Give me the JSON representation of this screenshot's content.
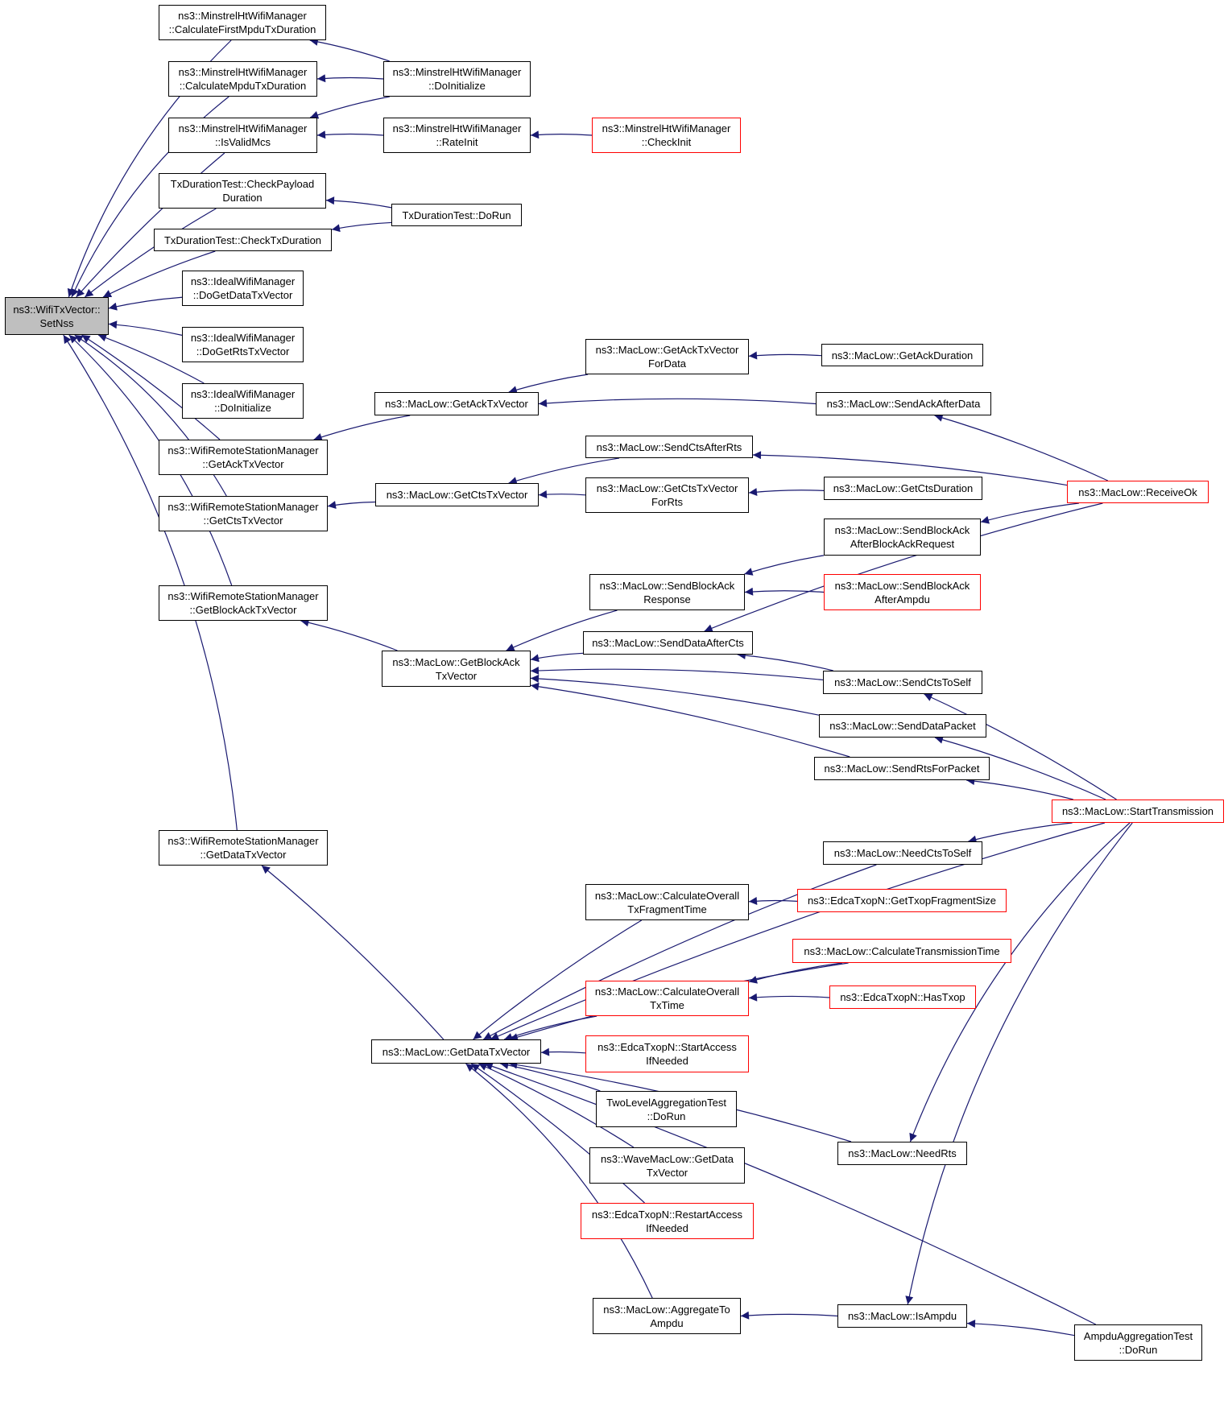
{
  "colors": {
    "edge": "#191970",
    "node_border": "#000000",
    "truncated_border": "#ff0000",
    "root_fill": "#bfbfbf"
  },
  "nodes": [
    {
      "id": "setnss",
      "lines": [
        "ns3::WifiTxVector::",
        "SetNss"
      ],
      "kind": "root"
    },
    {
      "id": "mhw_firstmpdu",
      "lines": [
        "ns3::MinstrelHtWifiManager",
        "::CalculateFirstMpduTxDuration"
      ],
      "kind": "normal"
    },
    {
      "id": "mhw_mpdu",
      "lines": [
        "ns3::MinstrelHtWifiManager",
        "::CalculateMpduTxDuration"
      ],
      "kind": "normal"
    },
    {
      "id": "mhw_validmcs",
      "lines": [
        "ns3::MinstrelHtWifiManager",
        "::IsValidMcs"
      ],
      "kind": "normal"
    },
    {
      "id": "mhw_doinit",
      "lines": [
        "ns3::MinstrelHtWifiManager",
        "::DoInitialize"
      ],
      "kind": "normal"
    },
    {
      "id": "mhw_rateinit",
      "lines": [
        "ns3::MinstrelHtWifiManager",
        "::RateInit"
      ],
      "kind": "normal"
    },
    {
      "id": "mhw_checkinit",
      "lines": [
        "ns3::MinstrelHtWifiManager",
        "::CheckInit"
      ],
      "kind": "truncated"
    },
    {
      "id": "txd_payload",
      "lines": [
        "TxDurationTest::CheckPayload",
        "Duration"
      ],
      "kind": "normal"
    },
    {
      "id": "txd_txdur",
      "lines": [
        "TxDurationTest::CheckTxDuration"
      ],
      "kind": "normal"
    },
    {
      "id": "txd_dorun",
      "lines": [
        "TxDurationTest::DoRun"
      ],
      "kind": "normal"
    },
    {
      "id": "iw_data",
      "lines": [
        "ns3::IdealWifiManager",
        "::DoGetDataTxVector"
      ],
      "kind": "normal"
    },
    {
      "id": "iw_rts",
      "lines": [
        "ns3::IdealWifiManager",
        "::DoGetRtsTxVector"
      ],
      "kind": "normal"
    },
    {
      "id": "iw_init",
      "lines": [
        "ns3::IdealWifiManager",
        "::DoInitialize"
      ],
      "kind": "normal"
    },
    {
      "id": "wrsm_ack",
      "lines": [
        "ns3::WifiRemoteStationManager",
        "::GetAckTxVector"
      ],
      "kind": "normal"
    },
    {
      "id": "wrsm_cts",
      "lines": [
        "ns3::WifiRemoteStationManager",
        "::GetCtsTxVector"
      ],
      "kind": "normal"
    },
    {
      "id": "wrsm_back",
      "lines": [
        "ns3::WifiRemoteStationManager",
        "::GetBlockAckTxVector"
      ],
      "kind": "normal"
    },
    {
      "id": "wrsm_data",
      "lines": [
        "ns3::WifiRemoteStationManager",
        "::GetDataTxVector"
      ],
      "kind": "normal"
    },
    {
      "id": "ml_getack",
      "lines": [
        "ns3::MacLow::GetAckTxVector"
      ],
      "kind": "normal"
    },
    {
      "id": "ml_getackfordata",
      "lines": [
        "ns3::MacLow::GetAckTxVector",
        "ForData"
      ],
      "kind": "normal"
    },
    {
      "id": "ml_getackdur",
      "lines": [
        "ns3::MacLow::GetAckDuration"
      ],
      "kind": "normal"
    },
    {
      "id": "ml_sendackafterdata",
      "lines": [
        "ns3::MacLow::SendAckAfterData"
      ],
      "kind": "normal"
    },
    {
      "id": "ml_getcts",
      "lines": [
        "ns3::MacLow::GetCtsTxVector"
      ],
      "kind": "normal"
    },
    {
      "id": "ml_sendctsafterrts",
      "lines": [
        "ns3::MacLow::SendCtsAfterRts"
      ],
      "kind": "normal"
    },
    {
      "id": "ml_getctsforrts",
      "lines": [
        "ns3::MacLow::GetCtsTxVector",
        "ForRts"
      ],
      "kind": "normal"
    },
    {
      "id": "ml_getctsdur",
      "lines": [
        "ns3::MacLow::GetCtsDuration"
      ],
      "kind": "normal"
    },
    {
      "id": "ml_receiveok",
      "lines": [
        "ns3::MacLow::ReceiveOk"
      ],
      "kind": "truncated"
    },
    {
      "id": "ml_sbaabar",
      "lines": [
        "ns3::MacLow::SendBlockAck",
        "AfterBlockAckRequest"
      ],
      "kind": "normal"
    },
    {
      "id": "ml_sbaresp",
      "lines": [
        "ns3::MacLow::SendBlockAck",
        "Response"
      ],
      "kind": "normal"
    },
    {
      "id": "ml_sbaampdu",
      "lines": [
        "ns3::MacLow::SendBlockAck",
        "AfterAmpdu"
      ],
      "kind": "truncated"
    },
    {
      "id": "ml_getback",
      "lines": [
        "ns3::MacLow::GetBlockAck",
        "TxVector"
      ],
      "kind": "normal"
    },
    {
      "id": "ml_senddataaftercts",
      "lines": [
        "ns3::MacLow::SendDataAfterCts"
      ],
      "kind": "normal"
    },
    {
      "id": "ml_sendctstoself",
      "lines": [
        "ns3::MacLow::SendCtsToSelf"
      ],
      "kind": "normal"
    },
    {
      "id": "ml_senddatapacket",
      "lines": [
        "ns3::MacLow::SendDataPacket"
      ],
      "kind": "normal"
    },
    {
      "id": "ml_sendrts",
      "lines": [
        "ns3::MacLow::SendRtsForPacket"
      ],
      "kind": "normal"
    },
    {
      "id": "ml_starttx",
      "lines": [
        "ns3::MacLow::StartTransmission"
      ],
      "kind": "truncated"
    },
    {
      "id": "ml_needcts",
      "lines": [
        "ns3::MacLow::NeedCtsToSelf"
      ],
      "kind": "normal"
    },
    {
      "id": "ml_calcfrag",
      "lines": [
        "ns3::MacLow::CalculateOverall",
        "TxFragmentTime"
      ],
      "kind": "normal"
    },
    {
      "id": "edca_fragsize",
      "lines": [
        "ns3::EdcaTxopN::GetTxopFragmentSize"
      ],
      "kind": "truncated"
    },
    {
      "id": "ml_calctxtime",
      "lines": [
        "ns3::MacLow::CalculateTransmissionTime"
      ],
      "kind": "truncated"
    },
    {
      "id": "ml_calcoverall",
      "lines": [
        "ns3::MacLow::CalculateOverall",
        "TxTime"
      ],
      "kind": "truncated"
    },
    {
      "id": "edca_hastxop",
      "lines": [
        "ns3::EdcaTxopN::HasTxop"
      ],
      "kind": "truncated"
    },
    {
      "id": "ml_getdata",
      "lines": [
        "ns3::MacLow::GetDataTxVector"
      ],
      "kind": "normal"
    },
    {
      "id": "edca_startaccess",
      "lines": [
        "ns3::EdcaTxopN::StartAccess",
        "IfNeeded"
      ],
      "kind": "truncated"
    },
    {
      "id": "tla_dorun",
      "lines": [
        "TwoLevelAggregationTest",
        "::DoRun"
      ],
      "kind": "normal"
    },
    {
      "id": "wave_getdata",
      "lines": [
        "ns3::WaveMacLow::GetData",
        "TxVector"
      ],
      "kind": "normal"
    },
    {
      "id": "edca_restart",
      "lines": [
        "ns3::EdcaTxopN::RestartAccess",
        "IfNeeded"
      ],
      "kind": "truncated"
    },
    {
      "id": "ml_needrts",
      "lines": [
        "ns3::MacLow::NeedRts"
      ],
      "kind": "normal"
    },
    {
      "id": "ml_aggregate",
      "lines": [
        "ns3::MacLow::AggregateTo",
        "Ampdu"
      ],
      "kind": "normal"
    },
    {
      "id": "ml_isampdu",
      "lines": [
        "ns3::MacLow::IsAmpdu"
      ],
      "kind": "normal"
    },
    {
      "id": "ampdu_dorun",
      "lines": [
        "AmpduAggregationTest",
        "::DoRun"
      ],
      "kind": "normal"
    }
  ],
  "edges": [
    {
      "from": "mhw_firstmpdu",
      "to": "setnss"
    },
    {
      "from": "mhw_mpdu",
      "to": "setnss"
    },
    {
      "from": "mhw_validmcs",
      "to": "setnss"
    },
    {
      "from": "txd_payload",
      "to": "setnss"
    },
    {
      "from": "txd_txdur",
      "to": "setnss"
    },
    {
      "from": "iw_data",
      "to": "setnss"
    },
    {
      "from": "iw_rts",
      "to": "setnss"
    },
    {
      "from": "iw_init",
      "to": "setnss"
    },
    {
      "from": "wrsm_ack",
      "to": "setnss"
    },
    {
      "from": "wrsm_cts",
      "to": "setnss"
    },
    {
      "from": "wrsm_back",
      "to": "setnss"
    },
    {
      "from": "wrsm_data",
      "to": "setnss"
    },
    {
      "from": "mhw_doinit",
      "to": "mhw_firstmpdu"
    },
    {
      "from": "mhw_doinit",
      "to": "mhw_mpdu"
    },
    {
      "from": "mhw_doinit",
      "to": "mhw_validmcs"
    },
    {
      "from": "mhw_rateinit",
      "to": "mhw_validmcs"
    },
    {
      "from": "mhw_checkinit",
      "to": "mhw_rateinit"
    },
    {
      "from": "txd_dorun",
      "to": "txd_payload"
    },
    {
      "from": "txd_dorun",
      "to": "txd_txdur"
    },
    {
      "from": "ml_getack",
      "to": "wrsm_ack"
    },
    {
      "from": "ml_getackfordata",
      "to": "ml_getack"
    },
    {
      "from": "ml_sendackafterdata",
      "to": "ml_getack"
    },
    {
      "from": "ml_getackdur",
      "to": "ml_getackfordata"
    },
    {
      "from": "ml_receiveok",
      "to": "ml_sendackafterdata"
    },
    {
      "from": "ml_getcts",
      "to": "wrsm_cts"
    },
    {
      "from": "ml_sendctsafterrts",
      "to": "ml_getcts"
    },
    {
      "from": "ml_getctsforrts",
      "to": "ml_getcts"
    },
    {
      "from": "ml_getctsdur",
      "to": "ml_getctsforrts"
    },
    {
      "from": "ml_receiveok",
      "to": "ml_sendctsafterrts"
    },
    {
      "from": "ml_receiveok",
      "to": "ml_sbaabar"
    },
    {
      "from": "ml_sbaabar",
      "to": "ml_sbaresp"
    },
    {
      "from": "ml_sbaampdu",
      "to": "ml_sbaresp"
    },
    {
      "from": "ml_getback",
      "to": "wrsm_back"
    },
    {
      "from": "ml_sbaresp",
      "to": "ml_getback"
    },
    {
      "from": "ml_senddataaftercts",
      "to": "ml_getback"
    },
    {
      "from": "ml_sendctstoself",
      "to": "ml_getback"
    },
    {
      "from": "ml_senddatapacket",
      "to": "ml_getback"
    },
    {
      "from": "ml_sendrts",
      "to": "ml_getback"
    },
    {
      "from": "ml_receiveok",
      "to": "ml_senddataaftercts"
    },
    {
      "from": "ml_sendctstoself",
      "to": "ml_senddataaftercts"
    },
    {
      "from": "ml_starttx",
      "to": "ml_sendctstoself"
    },
    {
      "from": "ml_starttx",
      "to": "ml_senddatapacket"
    },
    {
      "from": "ml_starttx",
      "to": "ml_sendrts"
    },
    {
      "from": "ml_getdata",
      "to": "wrsm_data"
    },
    {
      "from": "ml_starttx",
      "to": "ml_getdata"
    },
    {
      "from": "ml_starttx",
      "to": "ml_needcts"
    },
    {
      "from": "ml_needcts",
      "to": "ml_getdata"
    },
    {
      "from": "ml_calcfrag",
      "to": "ml_getdata"
    },
    {
      "from": "edca_fragsize",
      "to": "ml_calcfrag"
    },
    {
      "from": "ml_calctxtime",
      "to": "ml_getdata"
    },
    {
      "from": "ml_calctxtime",
      "to": "ml_calcoverall"
    },
    {
      "from": "ml_calcoverall",
      "to": "ml_getdata"
    },
    {
      "from": "edca_hastxop",
      "to": "ml_calcoverall"
    },
    {
      "from": "edca_startaccess",
      "to": "ml_getdata"
    },
    {
      "from": "tla_dorun",
      "to": "ml_getdata"
    },
    {
      "from": "wave_getdata",
      "to": "ml_getdata"
    },
    {
      "from": "edca_restart",
      "to": "ml_getdata"
    },
    {
      "from": "ml_needrts",
      "to": "ml_getdata"
    },
    {
      "from": "ml_starttx",
      "to": "ml_needrts"
    },
    {
      "from": "ml_aggregate",
      "to": "ml_getdata"
    },
    {
      "from": "ml_isampdu",
      "to": "ml_aggregate"
    },
    {
      "from": "ml_starttx",
      "to": "ml_isampdu"
    },
    {
      "from": "ampdu_dorun",
      "to": "ml_isampdu"
    },
    {
      "from": "ampdu_dorun",
      "to": "ml_getdata"
    }
  ]
}
